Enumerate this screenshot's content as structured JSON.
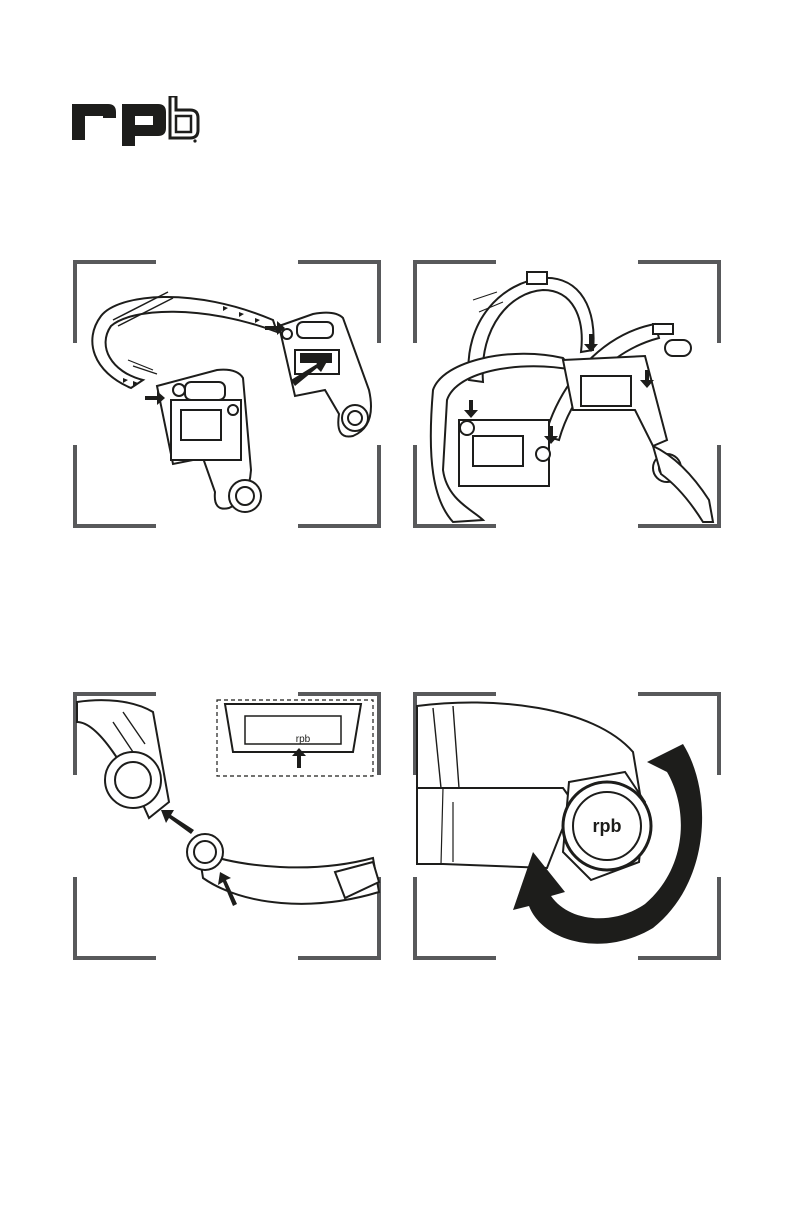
{
  "brand": {
    "name": "rpb",
    "trademark": "."
  },
  "colors": {
    "frame": "#58595b",
    "ink": "#1d1d1b",
    "paper": "#ffffff"
  },
  "panels": [
    {
      "id": "step-1",
      "subject": "headband-strap-into-side-brackets",
      "arrows": 3
    },
    {
      "id": "step-2",
      "subject": "crown-straps-onto-harness",
      "arrows": 4
    },
    {
      "id": "step-3",
      "subject": "ring-clip-onto-bracket",
      "arrows": 3,
      "inset_logo": "rpb"
    },
    {
      "id": "step-4",
      "subject": "ratchet-knob-rotation",
      "arrows": 2,
      "knob_logo": "rpb"
    }
  ]
}
